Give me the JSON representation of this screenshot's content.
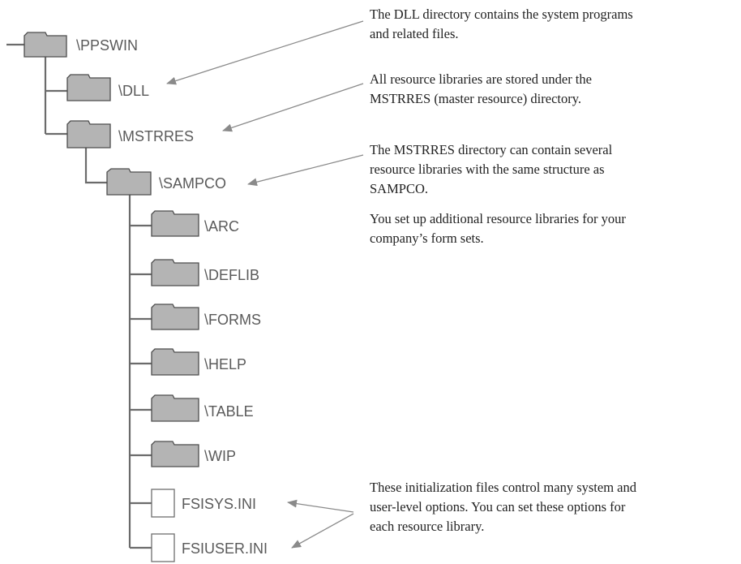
{
  "tree": {
    "root": {
      "label": "\\PPSWIN",
      "kind": "folder"
    },
    "dll": {
      "label": "\\DLL",
      "kind": "folder"
    },
    "mstrres": {
      "label": "\\MSTRRES",
      "kind": "folder"
    },
    "sampco": {
      "label": "\\SAMPCO",
      "kind": "folder"
    },
    "arc": {
      "label": "\\ARC",
      "kind": "folder"
    },
    "deflib": {
      "label": "\\DEFLIB",
      "kind": "folder"
    },
    "forms": {
      "label": "\\FORMS",
      "kind": "folder"
    },
    "help": {
      "label": "\\HELP",
      "kind": "folder"
    },
    "table": {
      "label": "\\TABLE",
      "kind": "folder"
    },
    "wip": {
      "label": "\\WIP",
      "kind": "folder"
    },
    "fsisys": {
      "label": "FSISYS.INI",
      "kind": "file"
    },
    "fsiuser": {
      "label": "FSIUSER.INI",
      "kind": "file"
    }
  },
  "notes": {
    "dll": [
      "The DLL directory contains the system programs",
      "and related files."
    ],
    "mstrres": [
      "All resource libraries are stored under the",
      "MSTRRES (master resource) directory."
    ],
    "sampco": [
      "The MSTRRES directory can contain several",
      "resource libraries with the same structure as",
      "SAMPCO."
    ],
    "setup": [
      "You set up additional resource libraries for your",
      "company’s form sets."
    ],
    "ini": [
      "These initialization files control many system and",
      "user-level options. You can set these options for",
      "each resource library."
    ]
  },
  "colors": {
    "folder_fill": "#b4b4b4",
    "folder_stroke": "#4d4d4d",
    "tree_line": "#6b6b6b",
    "arrow": "#8a8a8a",
    "label_text": "#5a5a5a",
    "note_text": "#222222"
  }
}
